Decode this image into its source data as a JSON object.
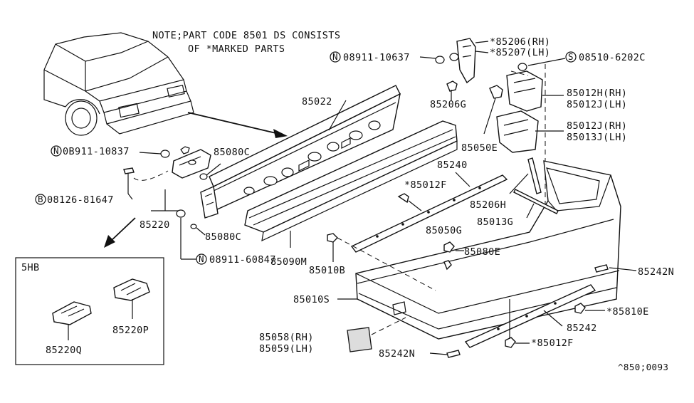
{
  "note": {
    "line1": "NOTE;PART CODE 8501 DS CONSISTS",
    "line2": "OF *MARKED PARTS"
  },
  "inset": {
    "title": "5HB"
  },
  "labels": {
    "p85206_rh": "*85206(RH)",
    "p85207_lh": "*85207(LH)",
    "n08911_10637": "08911-10637",
    "s08510_6202c": "08510-6202C",
    "p85022": "85022",
    "p85012h_rh": "85012H(RH)",
    "p85012j_lh_a": "85012J(LH)",
    "p85206g": "85206G",
    "p85012j_rh": "85012J(RH)",
    "p85013j_lh": "85013J(LH)",
    "p85050e": "85050E",
    "n0b911_10837": "0B911-10837",
    "p85080c_a": "85080C",
    "p85240": "85240",
    "p85012f_a": "*85012F",
    "p85206h": "85206H",
    "b08126_81647": "08126-81647",
    "p85013g": "85013G",
    "p85220": "85220",
    "p85080c_b": "85080C",
    "p85050g": "85050G",
    "p85080e": "85080E",
    "n08911_60847": "08911-60847",
    "p85010b": "85010B",
    "p85090m": "85090M",
    "p85242n_a": "85242N",
    "p85010s": "85010S",
    "p85810e": "*85810E",
    "p85242": "85242",
    "p85058_rh": "85058(RH)",
    "p85059_lh": "85059(LH)",
    "p85012f_b": "*85012F",
    "p85242n_b": "85242N",
    "p85220q": "85220Q",
    "p85220p": "85220P",
    "footer_code": "^850;0093"
  },
  "symbols": {
    "nut": "N",
    "screw": "S",
    "bolt": "B"
  },
  "icons": [
    "car-rear-icon",
    "arrow-icon"
  ]
}
